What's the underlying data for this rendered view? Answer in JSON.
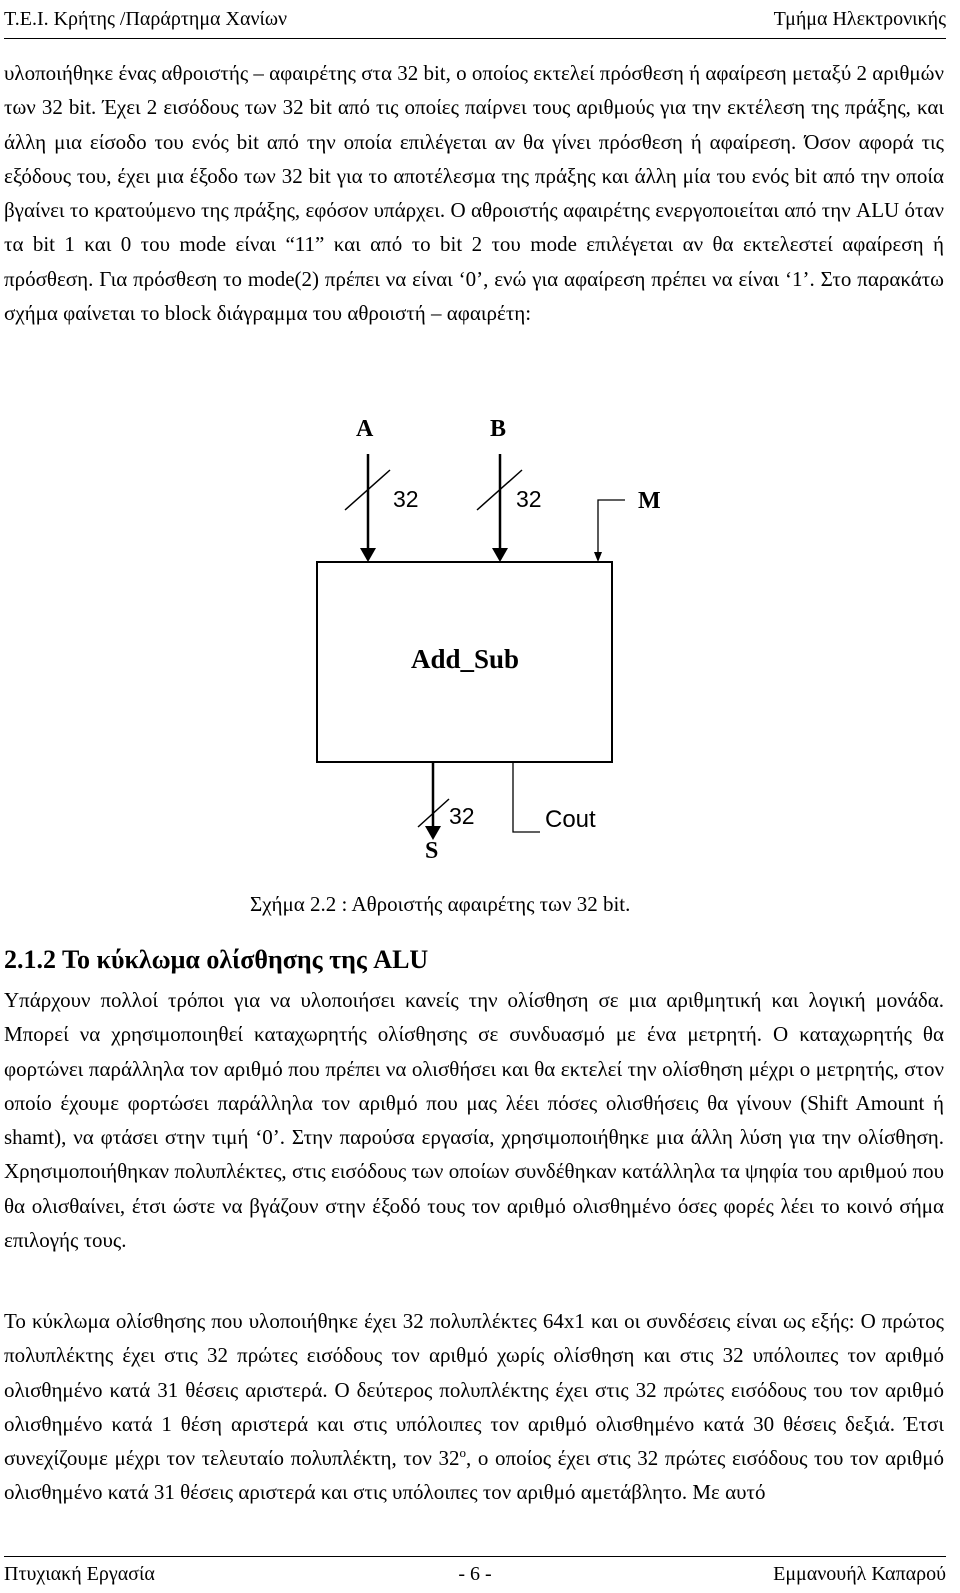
{
  "header": {
    "left": "Τ.Ε.Ι. Κρήτης /Παράρτημα Χανίων",
    "right": "Τμήμα Ηλεκτρονικής"
  },
  "paragraph1": "υλοποιήθηκε ένας αθροιστής – αφαιρέτης στα 32 bit, ο οποίος εκτελεί πρόσθεση ή αφαίρεση μεταξύ 2 αριθμών των 32 bit. Έχει 2 εισόδους των 32 bit από τις οποίες παίρνει τους αριθμούς για την εκτέλεση της πράξης, και άλλη μια είσοδο του ενός bit από την οποία επιλέγεται αν θα γίνει πρόσθεση ή αφαίρεση. Όσον αφορά τις εξόδους του, έχει μια έξοδο των 32 bit για το αποτέλεσμα της πράξης και άλλη μία του ενός bit από την οποία βγαίνει το κρατούμενο της πράξης, εφόσον υπάρχει. Ο αθροιστής αφαιρέτης ενεργοποιείται από την ALU όταν τα bit 1 και 0 του mode είναι “11” και από το bit 2 του mode επιλέγεται αν θα εκτελεστεί αφαίρεση ή πρόσθεση. Για πρόσθεση το mode(2) πρέπει να είναι ‘0’, ενώ για αφαίρεση πρέπει να είναι ‘1’. Στο παρακάτω σχήμα φαίνεται το block διάγραμμα του αθροιστή – αφαιρέτη:",
  "diagram": {
    "input_a": "A",
    "input_b": "B",
    "width_a": "32",
    "width_b": "32",
    "input_m": "M",
    "block_label": "Add_Sub",
    "output_s": "S",
    "width_s": "32",
    "output_cout": "Cout"
  },
  "caption": "Σχήμα 2.2 : Αθροιστής αφαιρέτης των 32 bit.",
  "section_heading": "2.1.2 Το κύκλωμα ολίσθησης της ALU",
  "paragraph2": "Υπάρχουν πολλοί τρόποι για να υλοποιήσει κανείς την ολίσθηση σε μια αριθμητική και λογική μονάδα. Μπορεί να χρησιμοποιηθεί καταχωρητής ολίσθησης σε συνδυασμό με ένα μετρητή. Ο καταχωρητής θα φορτώνει παράλληλα τον αριθμό που πρέπει να ολισθήσει και θα εκτελεί την ολίσθηση μέχρι ο μετρητής, στον οποίο έχουμε φορτώσει παράλληλα τον αριθμό που μας λέει πόσες ολισθήσεις θα γίνουν (Shift Amount ή shamt), να φτάσει στην τιμή ‘0’. Στην παρούσα εργασία, χρησιμοποιήθηκε μια άλλη λύση για την ολίσθηση. Χρησιμοποιήθηκαν πολυπλέκτες, στις εισόδους των οποίων συνδέθηκαν κατάλληλα τα ψηφία του αριθμού που θα ολισθαίνει, έτσι ώστε να βγάζουν στην έξοδό τους τον αριθμό ολισθημένο όσες φορές λέει το κοινό σήμα επιλογής τους.",
  "paragraph3": {
    "before_sup": "Το κύκλωμα ολίσθησης που υλοποιήθηκε έχει 32 πολυπλέκτες 64x1 και οι συνδέσεις είναι ως εξής: Ο πρώτος πολυπλέκτης έχει στις 32 πρώτες εισόδους τον αριθμό χωρίς ολίσθηση και στις 32 υπόλοιπες τον αριθμό ολισθημένο κατά 31 θέσεις αριστερά. Ο δεύτερος πολυπλέκτης έχει στις 32 πρώτες εισόδους του τον αριθμό ολισθημένο κατά 1 θέση αριστερά και στις υπόλοιπες τον αριθμό ολισθημένο κατά 30 θέσεις δεξιά. Έτσι συνεχίζουμε μέχρι τον τελευταίο πολυπλέκτη, τον 32",
    "sup": "ο",
    "after_sup": ", ο οποίος έχει στις 32 πρώτες εισόδους του τον αριθμό ολισθημένο κατά 31 θέσεις αριστερά και στις υπόλοιπες τον αριθμό αμετάβλητο. Με αυτό"
  },
  "footer": {
    "left": "Πτυχιακή Εργασία",
    "center": "- 6 -",
    "right": "Εμμανουήλ Καπαρού"
  }
}
